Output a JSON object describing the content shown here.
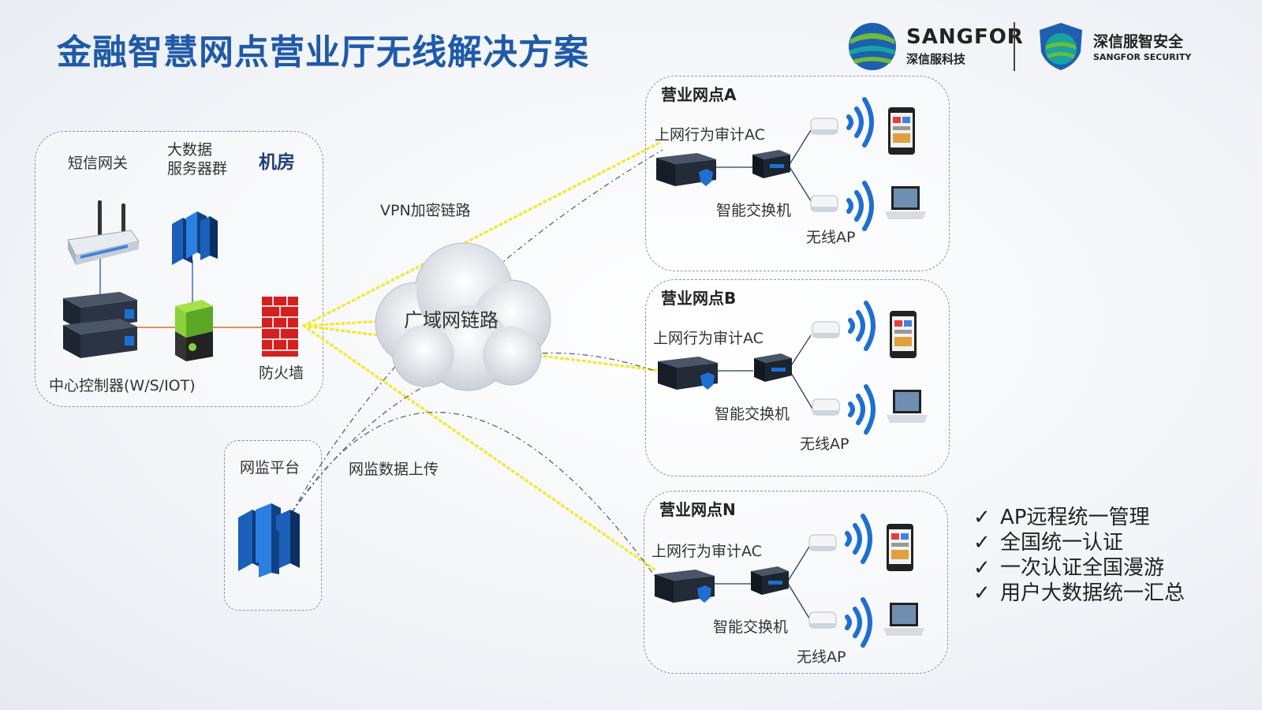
{
  "title": "金融智慧网点营业厅无线解决方案",
  "logo": {
    "brand_en": "SANGFOR",
    "brand_cn": "深信服科技",
    "security_cn": "深信服智安全",
    "security_en": "SANGFOR SECURITY",
    "colors": {
      "blue": "#1e5fb0",
      "green": "#6dbb3a",
      "teal": "#19a3a0"
    }
  },
  "datacenter": {
    "title": "机房",
    "sms_gateway": "短信网关",
    "bigdata_servers": "大数据\n服务器群",
    "controller": "中心控制器(W/S/IOT)",
    "firewall": "防火墙"
  },
  "monitor": {
    "title": "网监平台"
  },
  "links": {
    "vpn": "VPN加密链路",
    "wan": "广域网链路",
    "upload": "网监数据上传"
  },
  "branches": [
    {
      "name": "营业网点A",
      "ac": "上网行为审计AC",
      "switch": "智能交换机",
      "ap": "无线AP"
    },
    {
      "name": "营业网点B",
      "ac": "上网行为审计AC",
      "switch": "智能交换机",
      "ap": "无线AP"
    },
    {
      "name": "营业网点N",
      "ac": "上网行为审计AC",
      "switch": "智能交换机",
      "ap": "无线AP"
    }
  ],
  "features": [
    "AP远程统一管理",
    "全国统一认证",
    "一次认证全国漫游",
    "用户大数据统一汇总"
  ],
  "check_symbol": "✓",
  "colors": {
    "title": "#1f5aa8",
    "vpn_line": "#f2ea3a",
    "upload_line": "#5a6478",
    "firewall": "#d32020",
    "device_blue": "#1e6fd0"
  }
}
